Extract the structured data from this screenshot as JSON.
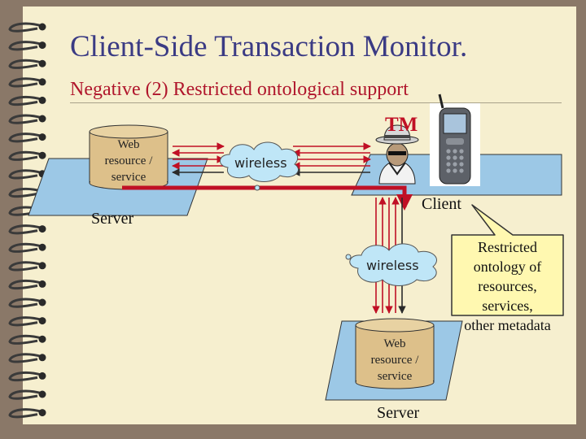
{
  "slide": {
    "title": "Client-Side Transaction Monitor.",
    "subtitle": "Negative (2) Restricted ontological support"
  },
  "diagram": {
    "server_top": {
      "resource_lines": [
        "Web",
        "resource /",
        "service"
      ],
      "label": "Server"
    },
    "server_bottom": {
      "resource_lines": [
        "Web",
        "resource /",
        "service"
      ],
      "label": "Server"
    },
    "cloud_top": "wireless",
    "cloud_bottom": "wireless",
    "tm_label": "TM",
    "client_label": "Client",
    "callout_lines": [
      "Restricted",
      "ontology of",
      "resources, services,",
      "other metadata"
    ]
  },
  "colors": {
    "title": "#3b3b84",
    "subtitle": "#b0162c",
    "arrow_red": "#c01025",
    "platform": "#9cc8e6",
    "cylinder": "#ddc08a",
    "cloud": "#bfe6f7",
    "callout": "#fff8b0"
  }
}
